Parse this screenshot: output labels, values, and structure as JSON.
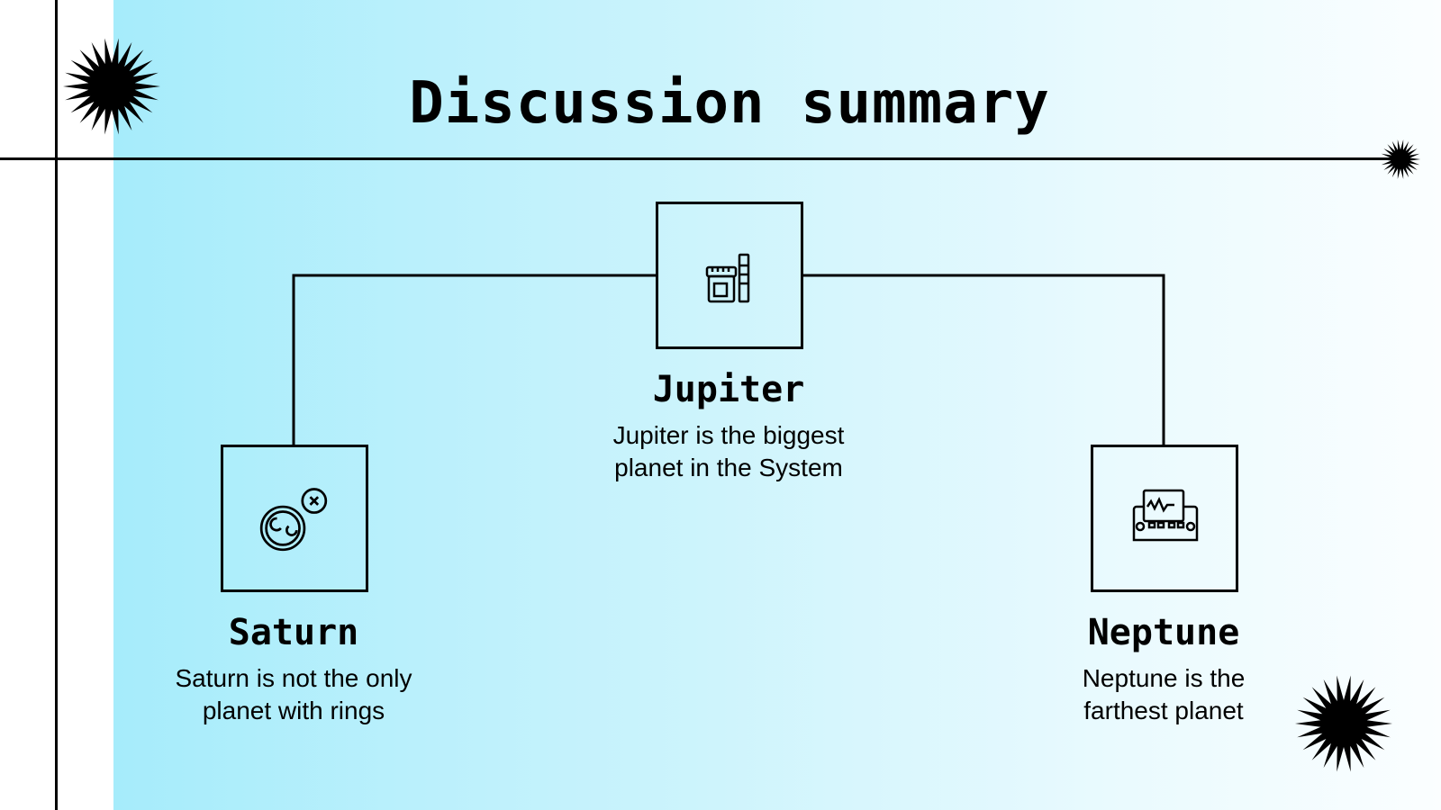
{
  "title": "Discussion summary",
  "items": [
    {
      "name": "Jupiter",
      "description_line1": "Jupiter is the biggest",
      "description_line2": "planet in the System",
      "icon": "lab-sample-jar-icon"
    },
    {
      "name": "Saturn",
      "description_line1": "Saturn is not the only",
      "description_line2": "planet with rings",
      "icon": "petri-dish-icon"
    },
    {
      "name": "Neptune",
      "description_line1": "Neptune is the",
      "description_line2": "farthest planet",
      "icon": "monitor-device-icon"
    }
  ]
}
